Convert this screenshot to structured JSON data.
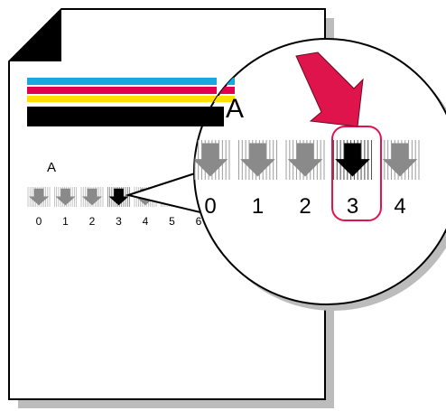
{
  "page": {
    "section_label": "A",
    "patterns": [
      "0",
      "1",
      "2",
      "3",
      "4",
      "5",
      "6"
    ],
    "selected_index": 3,
    "stripe_colors": [
      "#1aa6e0",
      "#e0004d",
      "#ffe000",
      "#000000"
    ]
  },
  "magnifier": {
    "section_label": "A",
    "patterns": [
      "0",
      "1",
      "2",
      "3",
      "4"
    ],
    "selected_index": 3,
    "highlight_color": "#e0144c",
    "pointer_color": "#e0144c",
    "pointer_icon": "red-arrow-pointer-icon"
  }
}
